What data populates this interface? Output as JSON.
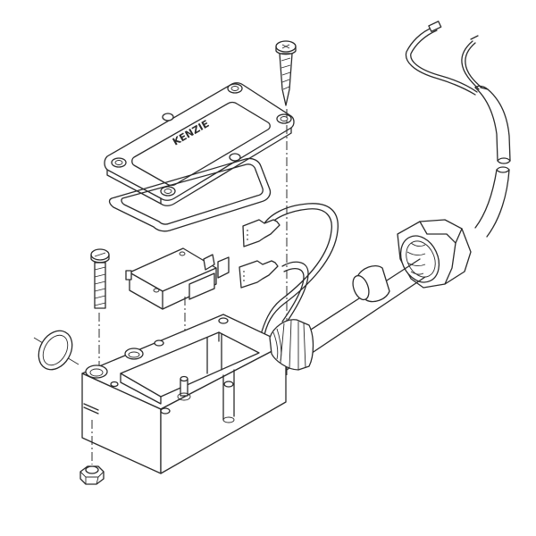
{
  "diagram": {
    "type": "exploded-view technical line drawing",
    "subject": "switch housing assembly with cable gland",
    "background_color": "#ffffff",
    "line_color": "#2a2a2a",
    "cover_logo_text": "KENZIE",
    "parts": [
      {
        "id": "cover-screw",
        "label": "Cover screw (cross head, long)"
      },
      {
        "id": "cover-plate",
        "label": "Cover plate with embossed logo"
      },
      {
        "id": "cover-gasket",
        "label": "Cover gasket"
      },
      {
        "id": "micro-switch",
        "label": "Micro switch"
      },
      {
        "id": "spade-connectors",
        "label": "Spade connectors (2)"
      },
      {
        "id": "wire-loop",
        "label": "Wire loop"
      },
      {
        "id": "mounting-screw",
        "label": "Mounting screw (slotted)"
      },
      {
        "id": "o-ring",
        "label": "O-ring"
      },
      {
        "id": "housing",
        "label": "Switch housing box"
      },
      {
        "id": "nut",
        "label": "Hex nut"
      },
      {
        "id": "cable-gland-body",
        "label": "Cable gland body"
      },
      {
        "id": "gland-seal",
        "label": "Gland seal ring"
      },
      {
        "id": "gland-nut",
        "label": "Gland cap nut"
      },
      {
        "id": "cable",
        "label": "Cable with two leads"
      }
    ]
  }
}
